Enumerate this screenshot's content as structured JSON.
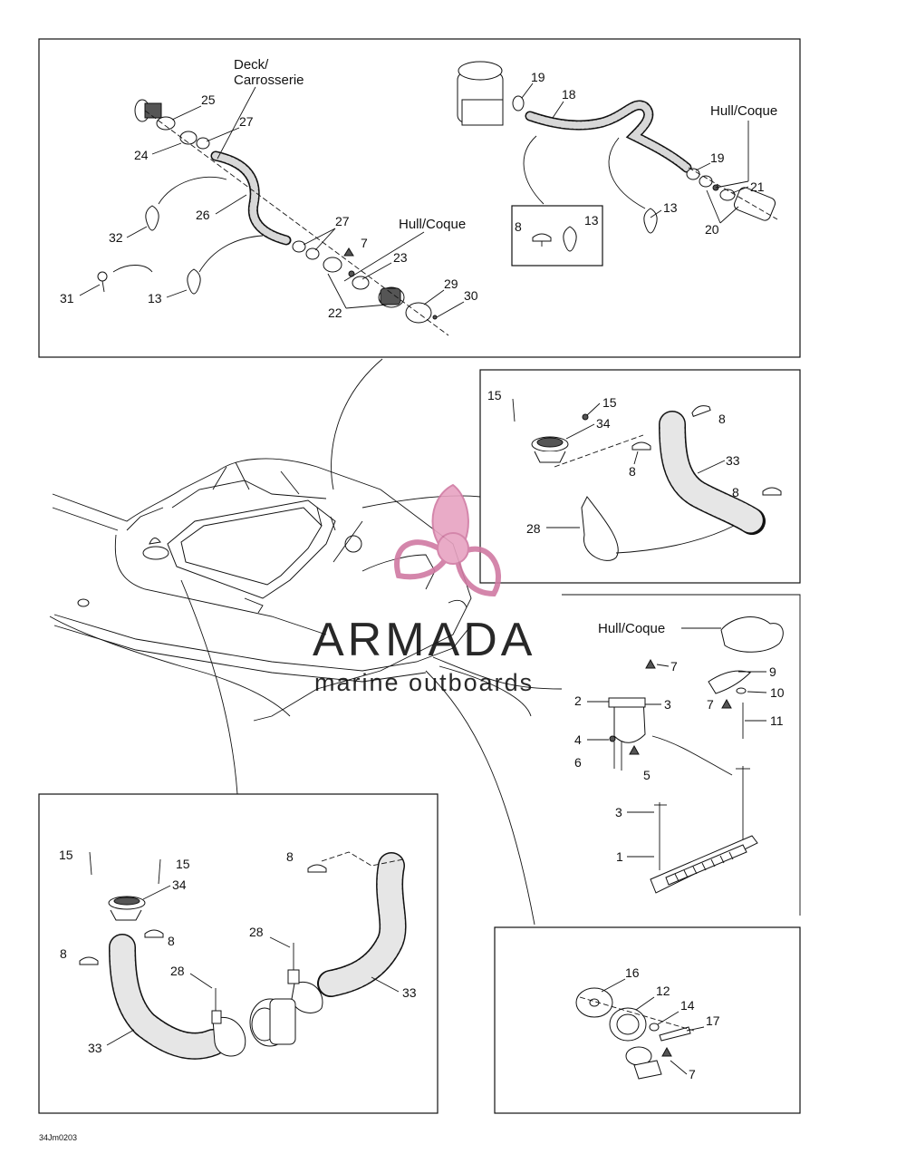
{
  "labels": {
    "deck": "Deck/",
    "carrosserie": "Carrosserie",
    "hull_coque": "Hull/Coque"
  },
  "callouts": {
    "tl": [
      "25",
      "27",
      "24",
      "26",
      "32",
      "27",
      "7",
      "23",
      "31",
      "13",
      "29",
      "30",
      "22"
    ],
    "tr": [
      "19",
      "18",
      "19",
      "21",
      "13",
      "20",
      "8",
      "13"
    ],
    "mr": [
      "15",
      "15",
      "34",
      "8",
      "8",
      "33",
      "8",
      "28"
    ],
    "br": [
      "9",
      "7",
      "10",
      "2",
      "3",
      "7",
      "11",
      "4",
      "6",
      "5",
      "3",
      "1"
    ],
    "bl": [
      "15",
      "15",
      "34",
      "8",
      "8",
      "8",
      "28",
      "28",
      "33",
      "33"
    ],
    "bb": [
      "16",
      "12",
      "14",
      "17",
      "7"
    ]
  },
  "watermark": {
    "brand": "ARMADA",
    "tagline": "marine outboards"
  },
  "figure_code": "34Jm0203"
}
